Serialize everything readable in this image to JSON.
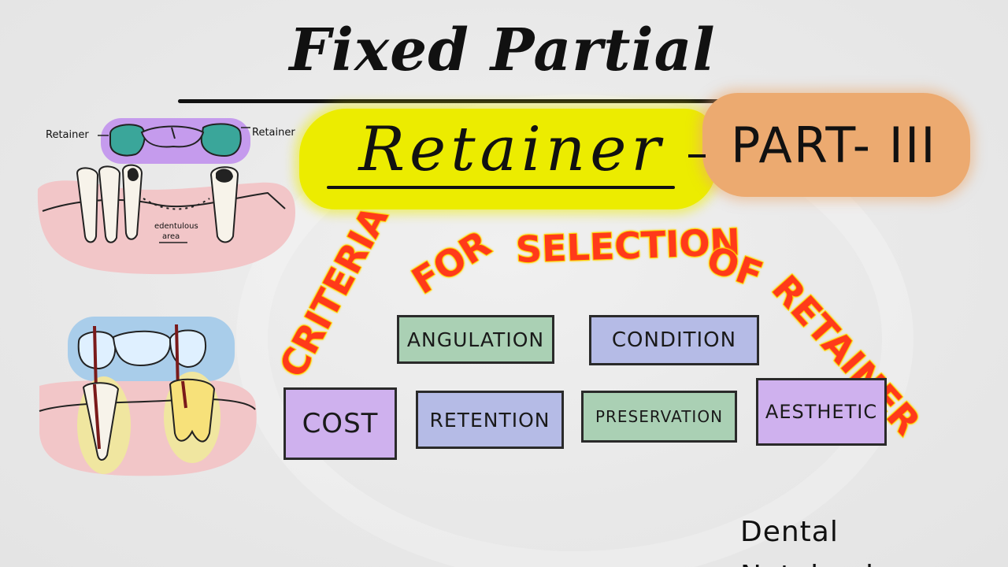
{
  "title": "Fixed Partial Denture",
  "subtitle": "Retainer",
  "part": "PART- III",
  "heading": "CRITERIA FOR SELECTION OF RETAINER",
  "criteria": {
    "angulation": "ANGULATION",
    "condition": "CONDITION",
    "cost": "COST",
    "retention": "RETENTION",
    "preservation": "PRESERVATION",
    "aesthetic": "AESTHETIC"
  },
  "diagram_top": {
    "retainer_left": "Retainer",
    "retainer_right": "Retainer",
    "edentulous_label_line1": "edentulous",
    "edentulous_label_line2": "area"
  },
  "brand": "Dental Notebook",
  "colors": {
    "yellow_highlight": "#ecec00",
    "orange_highlight": "#ecaa70",
    "heading_red": "#ff3a1a",
    "heading_outline": "#ffd400",
    "box_green": "#aad0b4",
    "box_blue": "#b5bbe6",
    "box_purple": "#cfb1ee",
    "gum_pink": "#f2c6c8"
  }
}
